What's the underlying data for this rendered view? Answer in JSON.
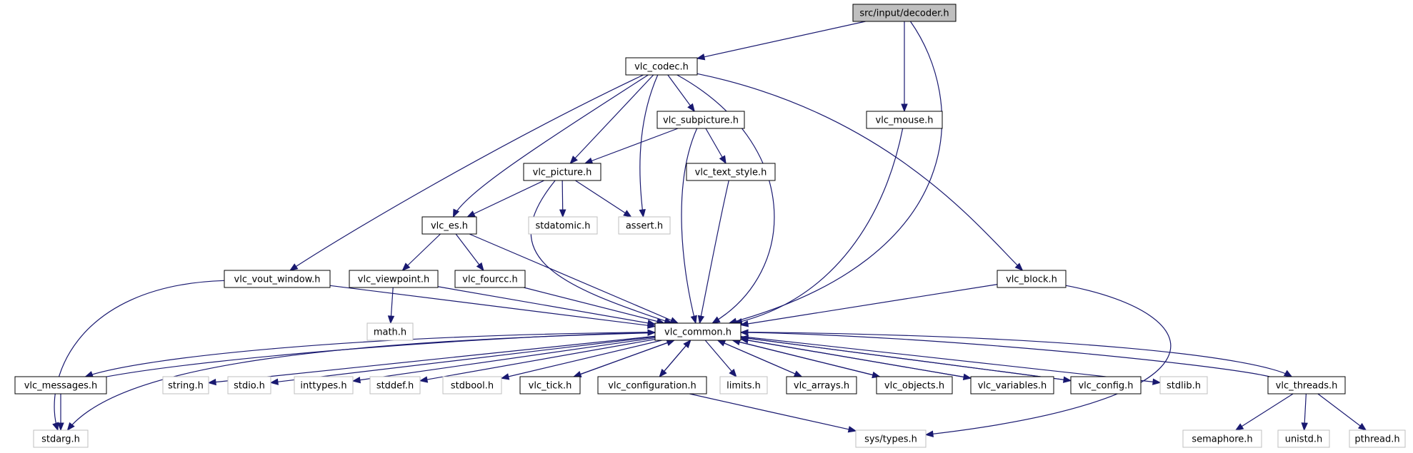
{
  "graph": {
    "edge_color": "#191970",
    "external_border_color": "#bfbfbf",
    "root_fill_color": "#bfbfbf",
    "nodes": {
      "decoder": {
        "label": "src/input/decoder.h",
        "kind": "root"
      },
      "vlc_codec": {
        "label": "vlc_codec.h",
        "kind": "local"
      },
      "vlc_mouse": {
        "label": "vlc_mouse.h",
        "kind": "local"
      },
      "vlc_subpicture": {
        "label": "vlc_subpicture.h",
        "kind": "local"
      },
      "vlc_picture": {
        "label": "vlc_picture.h",
        "kind": "local"
      },
      "vlc_text_style": {
        "label": "vlc_text_style.h",
        "kind": "local"
      },
      "stdatomic": {
        "label": "stdatomic.h",
        "kind": "external"
      },
      "assert": {
        "label": "assert.h",
        "kind": "external"
      },
      "vlc_es": {
        "label": "vlc_es.h",
        "kind": "local"
      },
      "vlc_vout_window": {
        "label": "vlc_vout_window.h",
        "kind": "local"
      },
      "vlc_viewpoint": {
        "label": "vlc_viewpoint.h",
        "kind": "local"
      },
      "vlc_fourcc": {
        "label": "vlc_fourcc.h",
        "kind": "local"
      },
      "vlc_block": {
        "label": "vlc_block.h",
        "kind": "local"
      },
      "math": {
        "label": "math.h",
        "kind": "external"
      },
      "vlc_common": {
        "label": "vlc_common.h",
        "kind": "local"
      },
      "vlc_messages": {
        "label": "vlc_messages.h",
        "kind": "local"
      },
      "string": {
        "label": "string.h",
        "kind": "external"
      },
      "stdio": {
        "label": "stdio.h",
        "kind": "external"
      },
      "inttypes": {
        "label": "inttypes.h",
        "kind": "external"
      },
      "stddef": {
        "label": "stddef.h",
        "kind": "external"
      },
      "stdbool": {
        "label": "stdbool.h",
        "kind": "external"
      },
      "vlc_tick": {
        "label": "vlc_tick.h",
        "kind": "local"
      },
      "vlc_configuration": {
        "label": "vlc_configuration.h",
        "kind": "local"
      },
      "limits": {
        "label": "limits.h",
        "kind": "external"
      },
      "vlc_arrays": {
        "label": "vlc_arrays.h",
        "kind": "local"
      },
      "vlc_objects": {
        "label": "vlc_objects.h",
        "kind": "local"
      },
      "vlc_variables": {
        "label": "vlc_variables.h",
        "kind": "local"
      },
      "vlc_config": {
        "label": "vlc_config.h",
        "kind": "local"
      },
      "stdlib": {
        "label": "stdlib.h",
        "kind": "external"
      },
      "vlc_threads": {
        "label": "vlc_threads.h",
        "kind": "local"
      },
      "stdarg": {
        "label": "stdarg.h",
        "kind": "external"
      },
      "sys_types": {
        "label": "sys/types.h",
        "kind": "external"
      },
      "semaphore": {
        "label": "semaphore.h",
        "kind": "external"
      },
      "unistd": {
        "label": "unistd.h",
        "kind": "external"
      },
      "pthread": {
        "label": "pthread.h",
        "kind": "external"
      }
    },
    "edges": [
      [
        "decoder",
        "vlc_codec"
      ],
      [
        "decoder",
        "vlc_mouse"
      ],
      [
        "decoder",
        "vlc_common"
      ],
      [
        "vlc_codec",
        "vlc_subpicture"
      ],
      [
        "vlc_codec",
        "vlc_picture"
      ],
      [
        "vlc_codec",
        "assert"
      ],
      [
        "vlc_codec",
        "vlc_es"
      ],
      [
        "vlc_codec",
        "vlc_vout_window"
      ],
      [
        "vlc_codec",
        "vlc_common"
      ],
      [
        "vlc_codec",
        "vlc_block"
      ],
      [
        "vlc_mouse",
        "vlc_common"
      ],
      [
        "vlc_subpicture",
        "vlc_picture"
      ],
      [
        "vlc_subpicture",
        "vlc_text_style"
      ],
      [
        "vlc_subpicture",
        "vlc_common"
      ],
      [
        "vlc_picture",
        "stdatomic"
      ],
      [
        "vlc_picture",
        "assert"
      ],
      [
        "vlc_picture",
        "vlc_es"
      ],
      [
        "vlc_picture",
        "vlc_common"
      ],
      [
        "vlc_text_style",
        "vlc_common"
      ],
      [
        "vlc_es",
        "vlc_viewpoint"
      ],
      [
        "vlc_es",
        "vlc_fourcc"
      ],
      [
        "vlc_es",
        "vlc_common"
      ],
      [
        "vlc_vout_window",
        "vlc_common"
      ],
      [
        "vlc_vout_window",
        "stdarg"
      ],
      [
        "vlc_viewpoint",
        "math"
      ],
      [
        "vlc_viewpoint",
        "vlc_common"
      ],
      [
        "vlc_fourcc",
        "vlc_common"
      ],
      [
        "vlc_block",
        "vlc_common"
      ],
      [
        "vlc_block",
        "sys_types"
      ],
      [
        "vlc_common",
        "vlc_messages"
      ],
      [
        "vlc_common",
        "stdarg"
      ],
      [
        "vlc_common",
        "string"
      ],
      [
        "vlc_common",
        "stdio"
      ],
      [
        "vlc_common",
        "inttypes"
      ],
      [
        "vlc_common",
        "stddef"
      ],
      [
        "vlc_common",
        "stdbool"
      ],
      [
        "vlc_common",
        "vlc_tick"
      ],
      [
        "vlc_common",
        "vlc_configuration"
      ],
      [
        "vlc_common",
        "limits"
      ],
      [
        "vlc_common",
        "vlc_arrays"
      ],
      [
        "vlc_common",
        "vlc_objects"
      ],
      [
        "vlc_common",
        "vlc_variables"
      ],
      [
        "vlc_common",
        "vlc_config"
      ],
      [
        "vlc_common",
        "stdlib"
      ],
      [
        "vlc_common",
        "vlc_threads"
      ],
      [
        "vlc_messages",
        "vlc_common"
      ],
      [
        "vlc_messages",
        "stdarg"
      ],
      [
        "vlc_tick",
        "vlc_common"
      ],
      [
        "vlc_configuration",
        "vlc_common"
      ],
      [
        "vlc_configuration",
        "sys_types"
      ],
      [
        "vlc_arrays",
        "vlc_common"
      ],
      [
        "vlc_objects",
        "vlc_common"
      ],
      [
        "vlc_variables",
        "vlc_common"
      ],
      [
        "vlc_config",
        "vlc_common"
      ],
      [
        "vlc_threads",
        "vlc_common"
      ],
      [
        "vlc_threads",
        "semaphore"
      ],
      [
        "vlc_threads",
        "unistd"
      ],
      [
        "vlc_threads",
        "pthread"
      ]
    ]
  }
}
